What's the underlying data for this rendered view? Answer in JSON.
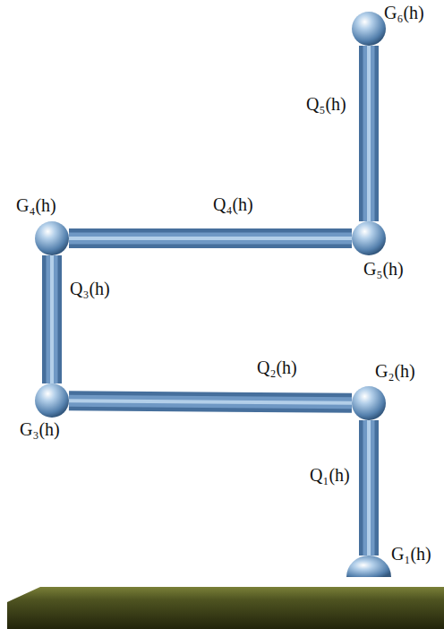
{
  "diagram": {
    "nodes": [
      {
        "text": [
          "G₁(h)"
        ]
      },
      {
        "text": [
          "G₂(h)"
        ]
      },
      {
        "text": [
          "G₃(h)"
        ]
      },
      {
        "text": [
          "G₄(h)"
        ]
      },
      {
        "text": [
          "G₅(h)"
        ]
      },
      {
        "text": [
          "G₆(h)"
        ]
      }
    ],
    "edges": [
      {
        "from": 0,
        "to": 1,
        "arrow": "none",
        "label": "Q₁(h)"
      },
      {
        "from": 1,
        "to": 2,
        "arrow": "none",
        "label": "Q₂(h)"
      },
      {
        "from": 2,
        "to": 3,
        "arrow": "none",
        "label": "Q₃(h)"
      },
      {
        "from": 3,
        "to": 4,
        "arrow": "none",
        "label": "Q₄(h)"
      },
      {
        "from": 4,
        "to": 5,
        "arrow": "none",
        "label": "Q₅(h)"
      }
    ]
  }
}
